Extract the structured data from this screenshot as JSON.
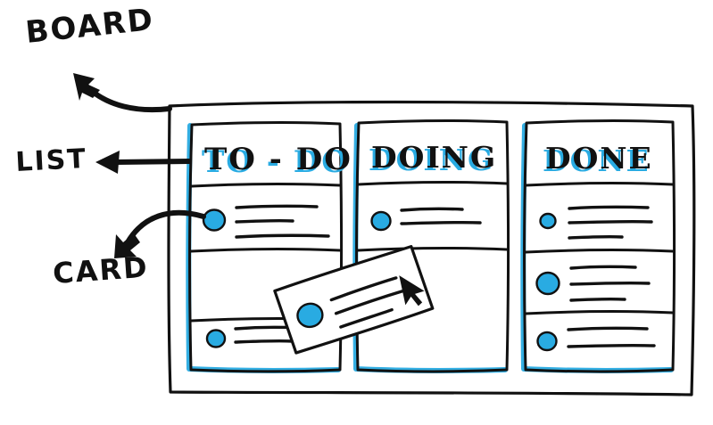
{
  "diagram": {
    "title": "Kanban board anatomy sketch",
    "style": "hand-drawn marker sketch, black ink with cyan-blue accents",
    "accent_color": "#29ABE2",
    "ink_color": "#111111",
    "background_color": "#FFFFFF"
  },
  "annotations": [
    {
      "id": "board",
      "label": "BOARD",
      "arrow": "curved-arrow-up-left",
      "points_to": "board-frame"
    },
    {
      "id": "list",
      "label": "LIST",
      "arrow": "straight-arrow-left",
      "points_to": "list-column-to-do"
    },
    {
      "id": "card",
      "label": "CARD",
      "arrow": "curved-arrow-down-left",
      "points_to": "card-to-do-1"
    }
  ],
  "board": {
    "name": "board-frame",
    "columns": [
      {
        "id": "to-do",
        "header": "TO - DO",
        "cards": [
          {
            "id": "card-to-do-1",
            "lines": 3,
            "dot": "large",
            "empty": false
          },
          {
            "id": "card-to-do-2",
            "lines": 0,
            "dot": "none",
            "empty": true
          },
          {
            "id": "card-to-do-3",
            "lines": 2,
            "dot": "medium",
            "empty": false
          }
        ]
      },
      {
        "id": "doing",
        "header": "DOING",
        "cards": [
          {
            "id": "card-doing-1",
            "lines": 2,
            "dot": "medium",
            "empty": false
          },
          {
            "id": "card-doing-2",
            "lines": 0,
            "dot": "none",
            "empty": true
          }
        ]
      },
      {
        "id": "done",
        "header": "DONE",
        "cards": [
          {
            "id": "card-done-1",
            "lines": 3,
            "dot": "small",
            "empty": false
          },
          {
            "id": "card-done-2",
            "lines": 3,
            "dot": "large",
            "empty": false
          },
          {
            "id": "card-done-3",
            "lines": 2,
            "dot": "medium",
            "empty": false
          }
        ]
      }
    ]
  },
  "dragged_card": {
    "id": "dragged-card",
    "lines": 3,
    "dot": "large",
    "rotation_deg": -12,
    "cursor": "arrow-pointer",
    "state": "being dragged from TO-DO toward DOING"
  }
}
